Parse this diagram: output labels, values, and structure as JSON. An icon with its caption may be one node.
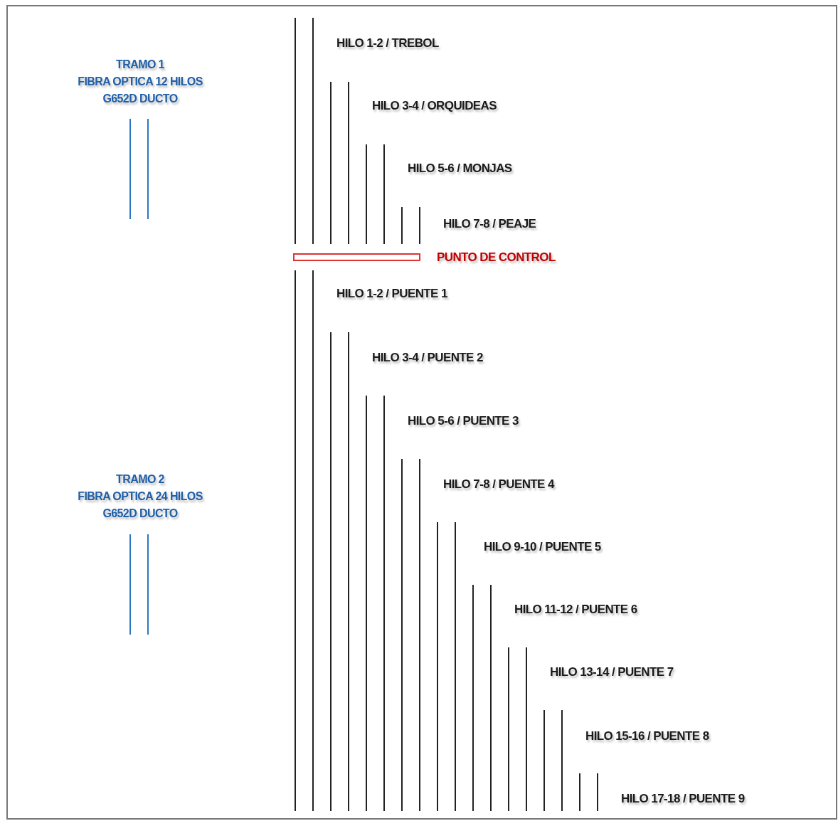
{
  "diagram": {
    "nodes": [
      {
        "text": [],
        "shape": "bar",
        "beside": [
          "PUNTO DE CONTROL"
        ]
      }
    ],
    "labels": [
      "HILO 1-2 / TREBOL",
      "TRAMO 1 FIBRA OPTICA 12 HILOS G652D DUCTO",
      "HILO 3-4 / ORQUIDEAS",
      "HILO 5-6 / MONJAS",
      "HILO 7-8 / PEAJE",
      "HILO 1-2 / PUENTE 1",
      "HILO 3-4 / PUENTE 2",
      "HILO 5-6 / PUENTE 3",
      "TRAMO 2 FIBRA OPTICA 24 HILOS G652D DUCTO",
      "HILO 7-8 / PUENTE 4",
      "HILO 9-10 / PUENTE 5",
      "HILO 11-12 / PUENTE 6",
      "HILO 13-14 / PUENTE 7",
      "HILO 15-16 / PUENTE 8",
      "HILO 17-18 / PUENTE 9"
    ]
  }
}
